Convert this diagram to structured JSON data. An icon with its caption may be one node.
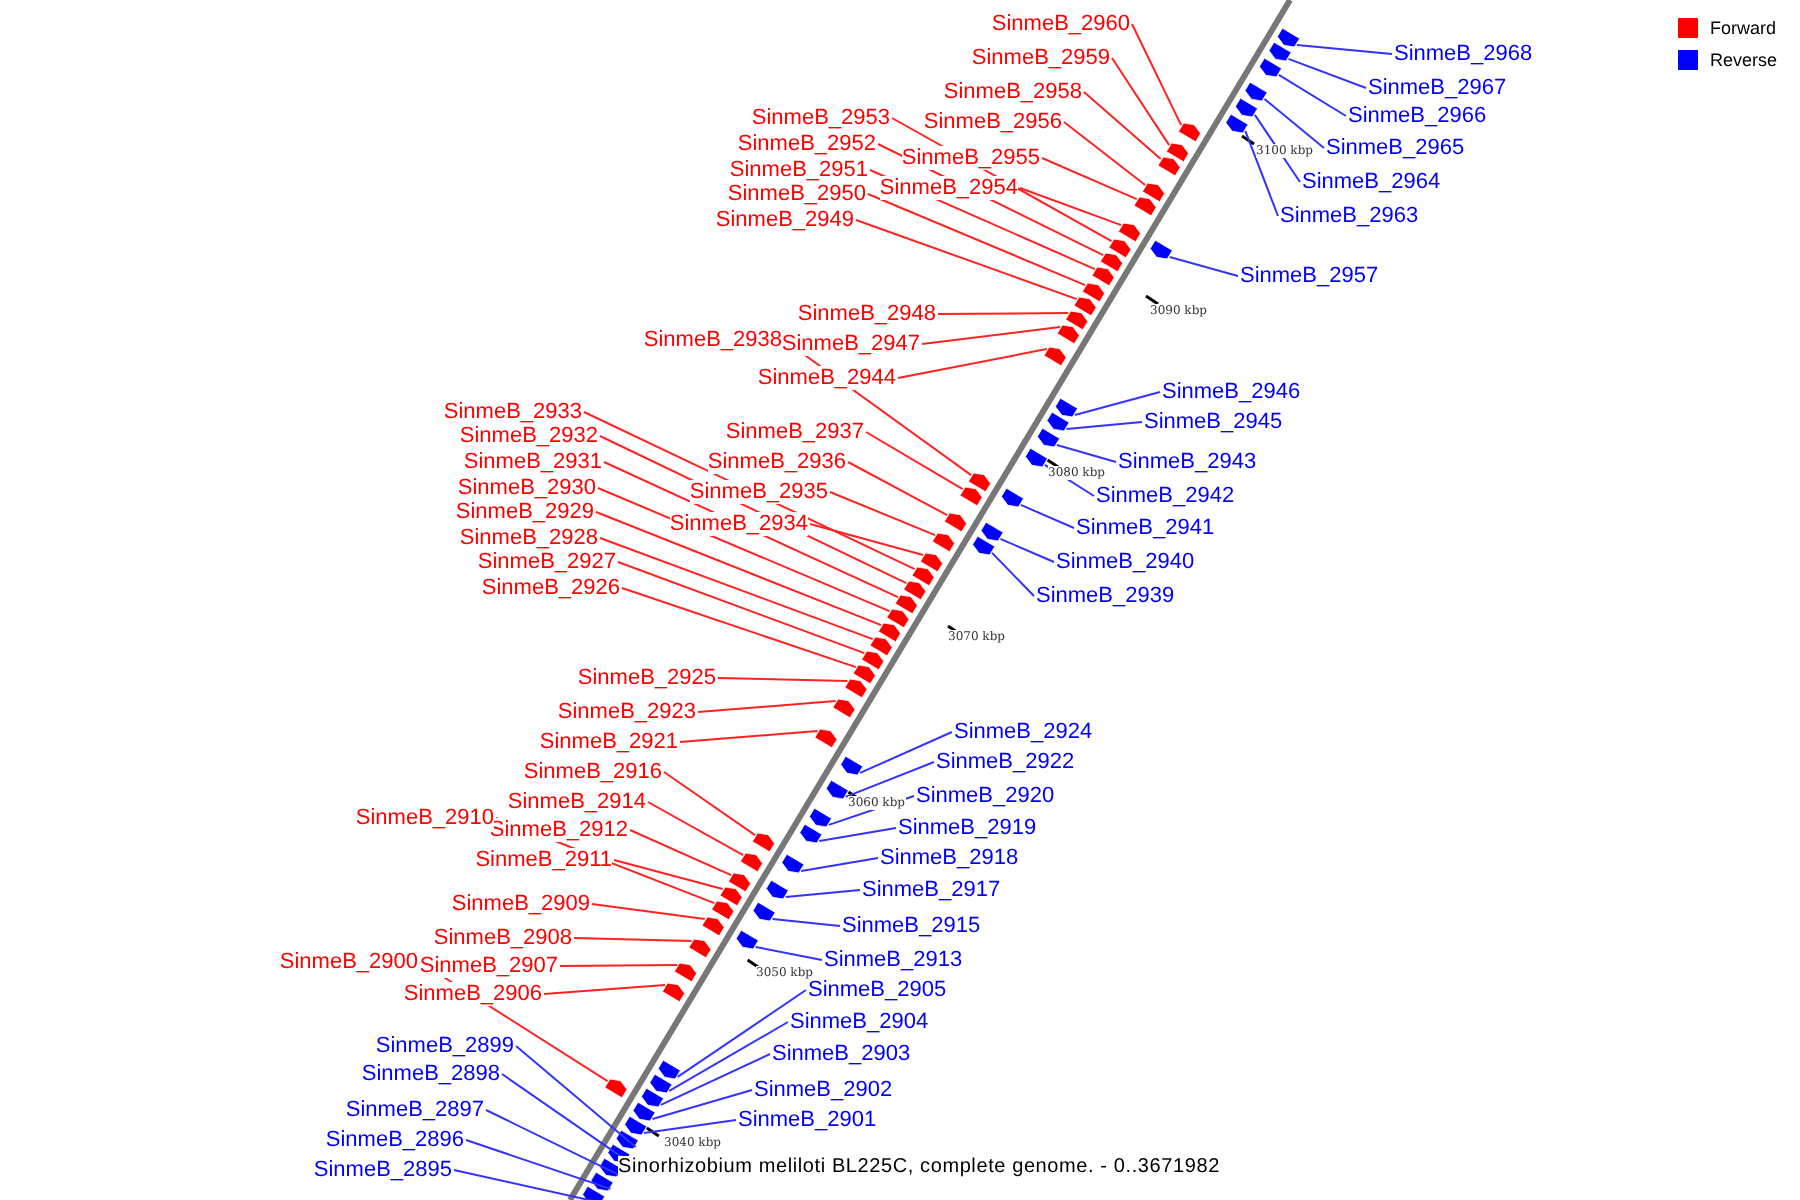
{
  "diagram": {
    "caption": "Sinorhizobium meliloti BL225C, complete genome. - 0..3671982",
    "nodes": [
      {
        "text": [
          "SinmeB_2960"
        ]
      },
      {
        "text": [
          "SinmeB_2959"
        ]
      },
      {
        "text": [
          "SinmeB_2958"
        ]
      },
      {
        "text": [
          "SinmeB_2956"
        ]
      },
      {
        "text": [
          "SinmeB_2955"
        ]
      },
      {
        "text": [
          "SinmeB_2954"
        ]
      },
      {
        "text": [
          "SinmeB_2953"
        ]
      },
      {
        "text": [
          "SinmeB_2952"
        ]
      },
      {
        "text": [
          "SinmeB_2951"
        ]
      },
      {
        "text": [
          "SinmeB_2950"
        ]
      },
      {
        "text": [
          "SinmeB_2949"
        ]
      },
      {
        "text": [
          "SinmeB_2948"
        ]
      },
      {
        "text": [
          "SinmeB_2947"
        ]
      },
      {
        "text": [
          "SinmeB_2938"
        ]
      },
      {
        "text": [
          "SinmeB_2944"
        ]
      },
      {
        "text": [
          "SinmeB_2937"
        ]
      },
      {
        "text": [
          "SinmeB_2936"
        ]
      },
      {
        "text": [
          "SinmeB_2935"
        ]
      },
      {
        "text": [
          "SinmeB_2934"
        ]
      },
      {
        "text": [
          "SinmeB_2933"
        ]
      },
      {
        "text": [
          "SinmeB_2932"
        ]
      },
      {
        "text": [
          "SinmeB_2931"
        ]
      },
      {
        "text": [
          "SinmeB_2930"
        ]
      },
      {
        "text": [
          "SinmeB_2929"
        ]
      },
      {
        "text": [
          "SinmeB_2928"
        ]
      },
      {
        "text": [
          "SinmeB_2927"
        ]
      },
      {
        "text": [
          "SinmeB_2926"
        ]
      },
      {
        "text": [
          "SinmeB_2925"
        ]
      },
      {
        "text": [
          "SinmeB_2923"
        ]
      },
      {
        "text": [
          "SinmeB_2921"
        ]
      },
      {
        "text": [
          "SinmeB_2916"
        ]
      },
      {
        "text": [
          "SinmeB_2914"
        ]
      },
      {
        "text": [
          "SinmeB_2912"
        ]
      },
      {
        "text": [
          "SinmeB_2910"
        ]
      },
      {
        "text": [
          "SinmeB_2911"
        ]
      },
      {
        "text": [
          "SinmeB_2909"
        ]
      },
      {
        "text": [
          "SinmeB_2908"
        ]
      },
      {
        "text": [
          "SinmeB_2907"
        ]
      },
      {
        "text": [
          "SinmeB_2900"
        ]
      },
      {
        "text": [
          "SinmeB_2906"
        ]
      },
      {
        "text": [
          "SinmeB_2968"
        ]
      },
      {
        "text": [
          "SinmeB_2967"
        ]
      },
      {
        "text": [
          "SinmeB_2966"
        ]
      },
      {
        "text": [
          "SinmeB_2965"
        ]
      },
      {
        "text": [
          "SinmeB_2964"
        ]
      },
      {
        "text": [
          "SinmeB_2963"
        ]
      },
      {
        "text": [
          "SinmeB_2957"
        ]
      },
      {
        "text": [
          "SinmeB_2946"
        ]
      },
      {
        "text": [
          "SinmeB_2945"
        ]
      },
      {
        "text": [
          "SinmeB_2943"
        ]
      },
      {
        "text": [
          "SinmeB_2942"
        ]
      },
      {
        "text": [
          "SinmeB_2941"
        ]
      },
      {
        "text": [
          "SinmeB_2940"
        ]
      },
      {
        "text": [
          "SinmeB_2939"
        ]
      },
      {
        "text": [
          "SinmeB_2924"
        ]
      },
      {
        "text": [
          "SinmeB_2922"
        ]
      },
      {
        "text": [
          "SinmeB_2920"
        ]
      },
      {
        "text": [
          "SinmeB_2919"
        ]
      },
      {
        "text": [
          "SinmeB_2918"
        ]
      },
      {
        "text": [
          "SinmeB_2917"
        ]
      },
      {
        "text": [
          "SinmeB_2915"
        ]
      },
      {
        "text": [
          "SinmeB_2913"
        ]
      },
      {
        "text": [
          "SinmeB_2905"
        ]
      },
      {
        "text": [
          "SinmeB_2904"
        ]
      },
      {
        "text": [
          "SinmeB_2903"
        ]
      },
      {
        "text": [
          "SinmeB_2902"
        ]
      },
      {
        "text": [
          "SinmeB_2901"
        ]
      },
      {
        "text": [
          "SinmeB_2899"
        ]
      },
      {
        "text": [
          "SinmeB_2898"
        ]
      },
      {
        "text": [
          "SinmeB_2897"
        ]
      },
      {
        "text": [
          "SinmeB_2896"
        ]
      },
      {
        "text": [
          "SinmeB_2895"
        ]
      },
      {
        "text": [],
        "shape": "box"
      },
      {
        "text": [],
        "shape": "box"
      },
      {
        "text": [],
        "shape": "box"
      },
      {
        "text": [],
        "shape": "box"
      },
      {
        "text": [],
        "shape": "box"
      },
      {
        "text": [],
        "shape": "box"
      },
      {
        "text": [],
        "shape": "box"
      },
      {
        "text": [],
        "shape": "box"
      },
      {
        "text": [],
        "shape": "box"
      },
      {
        "text": [],
        "shape": "box"
      },
      {
        "text": [],
        "shape": "box"
      },
      {
        "text": [],
        "shape": "box"
      },
      {
        "text": [],
        "shape": "box"
      },
      {
        "text": [],
        "shape": "box"
      },
      {
        "text": [],
        "shape": "box"
      },
      {
        "text": [],
        "shape": "box"
      },
      {
        "text": [],
        "shape": "box"
      },
      {
        "text": [],
        "shape": "box"
      },
      {
        "text": [],
        "shape": "box"
      },
      {
        "text": [],
        "shape": "box"
      },
      {
        "text": [],
        "shape": "box"
      },
      {
        "text": [],
        "shape": "box"
      },
      {
        "text": [],
        "shape": "box"
      },
      {
        "text": [],
        "shape": "box"
      },
      {
        "text": [],
        "shape": "box"
      },
      {
        "text": [],
        "shape": "box"
      },
      {
        "text": [],
        "shape": "box"
      },
      {
        "text": [],
        "shape": "box"
      },
      {
        "text": [],
        "shape": "box"
      },
      {
        "text": [],
        "shape": "box"
      },
      {
        "text": [],
        "shape": "box"
      },
      {
        "text": [],
        "shape": "box"
      },
      {
        "text": [],
        "shape": "box"
      },
      {
        "text": [],
        "shape": "box"
      },
      {
        "text": [],
        "shape": "box"
      },
      {
        "text": [],
        "shape": "box"
      },
      {
        "text": [],
        "shape": "box"
      },
      {
        "text": [],
        "shape": "box"
      },
      {
        "text": [],
        "shape": "box"
      },
      {
        "text": [],
        "shape": "box"
      },
      {
        "text": [],
        "shape": "box"
      },
      {
        "text": [],
        "shape": "box"
      },
      {
        "text": [],
        "shape": "box"
      },
      {
        "text": [],
        "shape": "box"
      },
      {
        "text": [],
        "shape": "box"
      },
      {
        "text": [],
        "shape": "box"
      },
      {
        "text": [],
        "shape": "box"
      },
      {
        "text": [],
        "shape": "box"
      },
      {
        "text": [],
        "shape": "box"
      },
      {
        "text": [],
        "shape": "box"
      },
      {
        "text": [],
        "shape": "box"
      },
      {
        "text": [],
        "shape": "box"
      },
      {
        "text": [],
        "shape": "box"
      },
      {
        "text": [],
        "shape": "box"
      },
      {
        "text": [],
        "shape": "box"
      },
      {
        "text": [],
        "shape": "box"
      },
      {
        "text": [],
        "shape": "box"
      },
      {
        "text": [],
        "shape": "box"
      },
      {
        "text": [],
        "shape": "box"
      },
      {
        "text": [],
        "shape": "box"
      },
      {
        "text": [],
        "shape": "box"
      },
      {
        "text": [],
        "shape": "box"
      },
      {
        "text": [],
        "shape": "box"
      },
      {
        "text": [],
        "shape": "box"
      },
      {
        "text": [],
        "shape": "box"
      },
      {
        "text": [],
        "shape": "box"
      },
      {
        "text": [],
        "shape": "box"
      },
      {
        "text": [],
        "shape": "box"
      },
      {
        "text": [],
        "shape": "box"
      },
      {
        "text": [],
        "shape": "box"
      },
      {
        "text": [],
        "shape": "box"
      },
      {
        "text": [],
        "shape": "box"
      }
    ],
    "edges": [
      {
        "from": 0,
        "to": 78,
        "arrow": "none"
      },
      {
        "from": 1,
        "to": 79,
        "arrow": "none"
      },
      {
        "from": 2,
        "to": 80,
        "arrow": "none"
      },
      {
        "from": 3,
        "to": 81,
        "arrow": "none"
      },
      {
        "from": 4,
        "to": 82,
        "arrow": "none"
      },
      {
        "from": 5,
        "to": 83,
        "arrow": "none"
      },
      {
        "from": 6,
        "to": 85,
        "arrow": "none"
      },
      {
        "from": 7,
        "to": 86,
        "arrow": "none"
      },
      {
        "from": 8,
        "to": 87,
        "arrow": "none"
      },
      {
        "from": 9,
        "to": 88,
        "arrow": "none"
      },
      {
        "from": 10,
        "to": 89,
        "arrow": "none"
      },
      {
        "from": 11,
        "to": 90,
        "arrow": "none"
      },
      {
        "from": 12,
        "to": 91,
        "arrow": "none"
      },
      {
        "from": 13,
        "to": 97,
        "arrow": "none"
      },
      {
        "from": 14,
        "to": 92,
        "arrow": "none"
      },
      {
        "from": 15,
        "to": 99,
        "arrow": "none"
      },
      {
        "from": 16,
        "to": 101,
        "arrow": "none"
      },
      {
        "from": 17,
        "to": 103,
        "arrow": "none"
      },
      {
        "from": 18,
        "to": 104,
        "arrow": "none"
      },
      {
        "from": 19,
        "to": 105,
        "arrow": "none"
      },
      {
        "from": 20,
        "to": 106,
        "arrow": "none"
      },
      {
        "from": 21,
        "to": 107,
        "arrow": "none"
      },
      {
        "from": 22,
        "to": 108,
        "arrow": "none"
      },
      {
        "from": 23,
        "to": 109,
        "arrow": "none"
      },
      {
        "from": 24,
        "to": 110,
        "arrow": "none"
      },
      {
        "from": 25,
        "to": 111,
        "arrow": "none"
      },
      {
        "from": 26,
        "to": 112,
        "arrow": "none"
      },
      {
        "from": 27,
        "to": 113,
        "arrow": "none"
      },
      {
        "from": 28,
        "to": 114,
        "arrow": "none"
      },
      {
        "from": 29,
        "to": 115,
        "arrow": "none"
      },
      {
        "from": 30,
        "to": 120,
        "arrow": "none"
      },
      {
        "from": 31,
        "to": 122,
        "arrow": "none"
      },
      {
        "from": 32,
        "to": 124,
        "arrow": "none"
      },
      {
        "from": 33,
        "to": 127,
        "arrow": "none"
      },
      {
        "from": 34,
        "to": 125,
        "arrow": "none"
      },
      {
        "from": 35,
        "to": 129,
        "arrow": "none"
      },
      {
        "from": 36,
        "to": 130,
        "arrow": "none"
      },
      {
        "from": 37,
        "to": 131,
        "arrow": "none"
      },
      {
        "from": 38,
        "to": 136,
        "arrow": "none"
      },
      {
        "from": 39,
        "to": 132,
        "arrow": "none"
      },
      {
        "from": 40,
        "to": 72,
        "arrow": "none",
        "color": "#3333ff"
      },
      {
        "from": 41,
        "to": 73,
        "arrow": "none",
        "color": "#3333ff"
      },
      {
        "from": 42,
        "to": 74,
        "arrow": "none",
        "color": "#3333ff"
      },
      {
        "from": 43,
        "to": 75,
        "arrow": "none",
        "color": "#3333ff"
      },
      {
        "from": 44,
        "to": 76,
        "arrow": "none",
        "color": "#3333ff"
      },
      {
        "from": 45,
        "to": 77,
        "arrow": "none",
        "color": "#3333ff"
      },
      {
        "from": 46,
        "to": 84,
        "arrow": "none",
        "color": "#3333ff"
      },
      {
        "from": 47,
        "to": 93,
        "arrow": "none",
        "color": "#3333ff"
      },
      {
        "from": 48,
        "to": 94,
        "arrow": "none",
        "color": "#3333ff"
      },
      {
        "from": 49,
        "to": 95,
        "arrow": "none",
        "color": "#3333ff"
      },
      {
        "from": 50,
        "to": 96,
        "arrow": "none",
        "color": "#3333ff"
      },
      {
        "from": 51,
        "to": 98,
        "arrow": "none",
        "color": "#3333ff"
      },
      {
        "from": 52,
        "to": 100,
        "arrow": "none",
        "color": "#3333ff"
      },
      {
        "from": 53,
        "to": 102,
        "arrow": "none",
        "color": "#3333ff"
      },
      {
        "from": 54,
        "to": 116,
        "arrow": "none",
        "color": "#3333ff"
      },
      {
        "from": 55,
        "to": 117,
        "arrow": "none",
        "color": "#3333ff"
      },
      {
        "from": 56,
        "to": 118,
        "arrow": "none",
        "color": "#3333ff"
      },
      {
        "from": 57,
        "to": 119,
        "arrow": "none",
        "color": "#3333ff"
      },
      {
        "from": 58,
        "to": 121,
        "arrow": "none",
        "color": "#3333ff"
      },
      {
        "from": 59,
        "to": 123,
        "arrow": "none",
        "color": "#3333ff"
      },
      {
        "from": 60,
        "to": 126,
        "arrow": "none",
        "color": "#3333ff"
      },
      {
        "from": 61,
        "to": 128,
        "arrow": "none",
        "color": "#3333ff"
      },
      {
        "from": 62,
        "to": 133,
        "arrow": "none",
        "color": "#3333ff"
      },
      {
        "from": 63,
        "to": 134,
        "arrow": "none",
        "color": "#3333ff"
      },
      {
        "from": 64,
        "to": 135,
        "arrow": "none",
        "color": "#3333ff"
      },
      {
        "from": 65,
        "to": 137,
        "arrow": "none",
        "color": "#3333ff"
      },
      {
        "from": 66,
        "to": 138,
        "arrow": "none",
        "color": "#3333ff"
      },
      {
        "from": 67,
        "to": 139,
        "arrow": "none",
        "color": "#3333ff"
      },
      {
        "from": 68,
        "to": 140,
        "arrow": "none",
        "color": "#3333ff"
      },
      {
        "from": 69,
        "to": 141,
        "arrow": "none",
        "color": "#3333ff"
      },
      {
        "from": 70,
        "to": 142,
        "arrow": "none",
        "color": "#3333ff"
      },
      {
        "from": 71,
        "to": 143,
        "arrow": "none",
        "color": "#3333ff"
      }
    ],
    "labels": [
      "3100 kbp",
      "3090 kbp",
      "3080 kbp",
      "3070 kbp",
      "3060 kbp",
      "3050 kbp",
      "3040 kbp"
    ],
    "legend": [
      {
        "text": "Forward",
        "color": "#ff0000"
      },
      {
        "text": "Reverse",
        "color": "#0000ff"
      }
    ]
  }
}
